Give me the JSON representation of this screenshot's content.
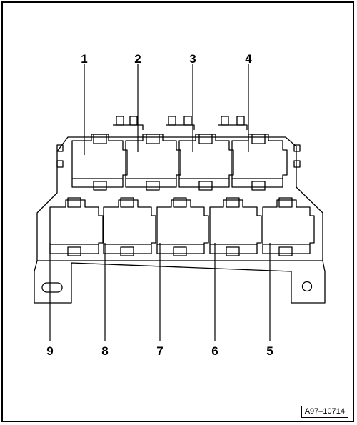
{
  "figure": {
    "reference_id": "A97–10714",
    "callouts": [
      "1",
      "2",
      "3",
      "4",
      "5",
      "6",
      "7",
      "8",
      "9"
    ]
  }
}
